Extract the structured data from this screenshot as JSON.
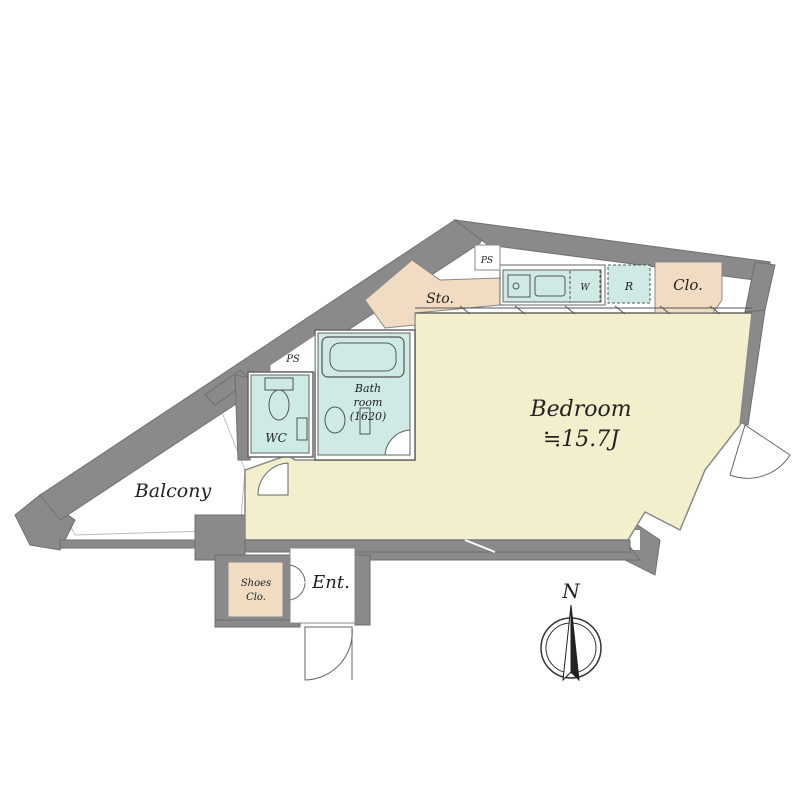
{
  "rooms": {
    "bedroom": {
      "label": "Bedroom",
      "area": "≒15.7J"
    },
    "balcony": {
      "label": "Balcony"
    },
    "entrance": {
      "label": "Ent."
    },
    "storage": {
      "label": "Sto."
    },
    "closet": {
      "label": "Clo."
    },
    "wc": {
      "label": "WC"
    },
    "bathroom": {
      "label_line1": "Bath",
      "label_line2": "room",
      "label_line3": "(1620)"
    },
    "shoes_closet": {
      "label_line1": "Shoes",
      "label_line2": "Clo."
    },
    "pipe_space_top": {
      "label": "PS"
    },
    "pipe_space_mid": {
      "label": "PS"
    }
  },
  "appliances": {
    "washer": {
      "label": "W"
    },
    "refrigerator": {
      "label": "R"
    }
  },
  "compass": {
    "label": "N"
  },
  "colors": {
    "bedroom_floor": "#f3eecb",
    "storage_floor": "#f1dcc3",
    "wet_area": "#cfe9e4",
    "wall": "#8a8a8a",
    "wall_dark": "#6f6f6f"
  }
}
